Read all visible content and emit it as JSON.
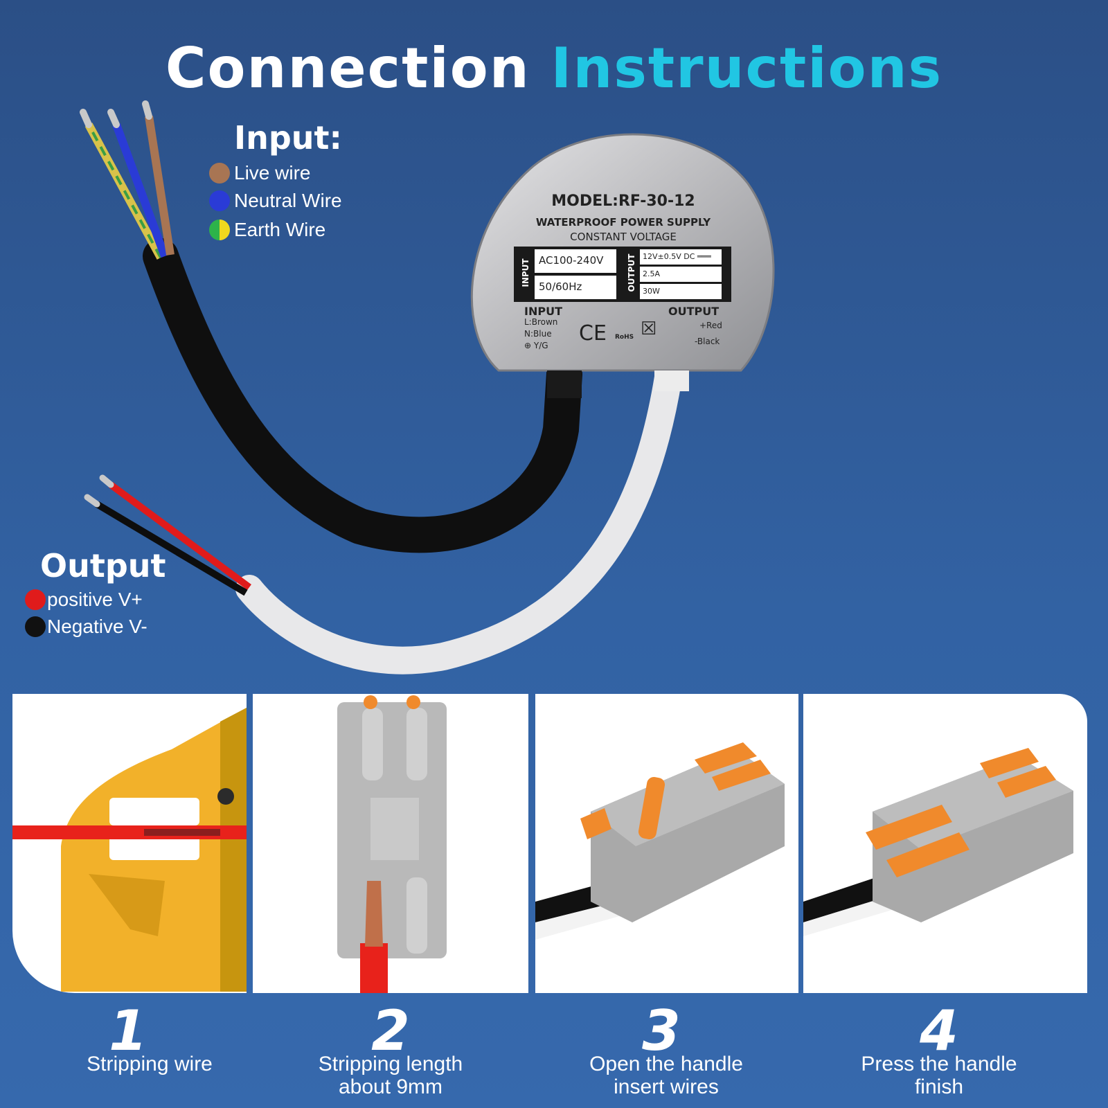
{
  "title": {
    "part1": "Connection",
    "part2": "Instructions"
  },
  "input_legend": {
    "heading": "Input:",
    "items": [
      {
        "label": "Live wire",
        "color": "#a87553"
      },
      {
        "label": "Neutral Wire",
        "color": "#2a3bd6"
      },
      {
        "label": "Earth Wire",
        "color": "#f0d81e",
        "color2": "#2db34a"
      }
    ]
  },
  "output_legend": {
    "heading": "Output",
    "items": [
      {
        "label": "positive V+",
        "color": "#e01b1b"
      },
      {
        "label": "Negative V-",
        "color": "#111111"
      }
    ]
  },
  "device": {
    "model": "MODEL:RF-30-12",
    "type": "WATERPROOF POWER SUPPLY",
    "mode": "CONSTANT VOLTAGE",
    "input_tag": "INPUT",
    "output_tag": "OUTPUT",
    "input_values": [
      "AC100-240V",
      "50/60Hz"
    ],
    "output_values": [
      "12V±0.5V DC ═══",
      "2.5A",
      "30W"
    ],
    "input_heading": "INPUT",
    "input_lines": [
      "L:Brown",
      "N:Blue",
      "⊕ Y/G"
    ],
    "output_heading": "OUTPUT",
    "output_lines": [
      "+Red",
      "-Black"
    ],
    "cert_ce": "CE",
    "cert_rohs": "RoHS"
  },
  "steps": [
    {
      "number": "1",
      "caption": [
        "Stripping wire"
      ]
    },
    {
      "number": "2",
      "caption": [
        "Stripping length",
        "about 9mm"
      ]
    },
    {
      "number": "3",
      "caption": [
        "Open the handle",
        "insert wires"
      ]
    },
    {
      "number": "4",
      "caption": [
        "Press the handle",
        "finish"
      ]
    }
  ],
  "colors": {
    "accent": "#21c6e3",
    "background": "#3262a3",
    "connector_orange": "#f08a2c",
    "connector_gray": "#a9a9a9"
  }
}
